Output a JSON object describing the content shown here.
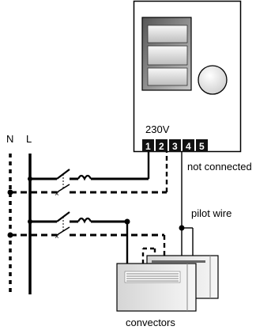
{
  "diagram": {
    "neutral_label": "N",
    "line_label": "L",
    "voltage_label": "230V",
    "terminals": [
      "1",
      "2",
      "3",
      "4",
      "5"
    ],
    "not_connected_label": "not connected",
    "pilot_wire_label": "pilot wire",
    "convectors_label": "convectors"
  }
}
